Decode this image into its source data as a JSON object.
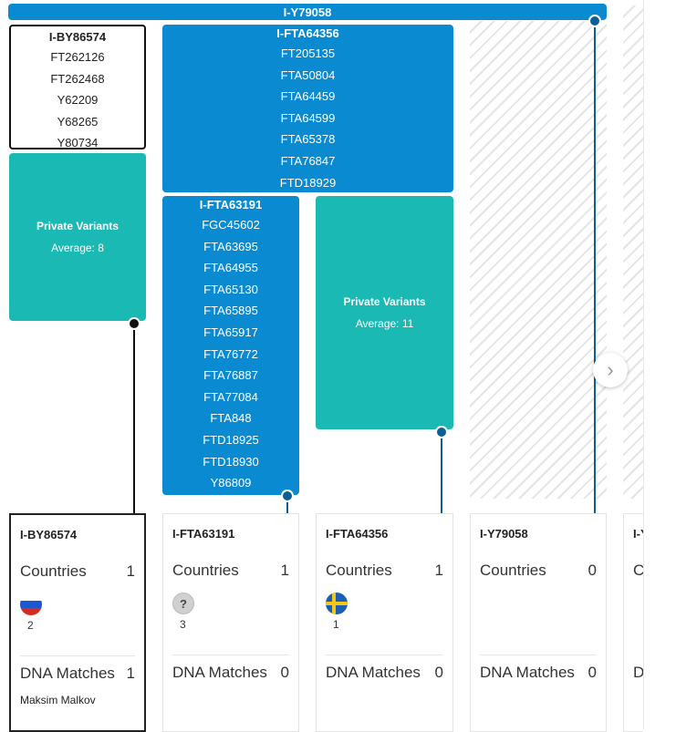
{
  "top_bar": {
    "label": "I-Y79058"
  },
  "left_branch": {
    "header": "I-BY86574",
    "variants": [
      "FT262126",
      "FT262468",
      "Y62209",
      "Y68265",
      "Y80734"
    ]
  },
  "left_private": {
    "title": "Private Variants",
    "average": "Average: 8"
  },
  "mid_branch": {
    "header": "I-FTA64356",
    "variants": [
      "FT205135",
      "FTA50804",
      "FTA64459",
      "FTA64599",
      "FTA65378",
      "FTA76847",
      "FTD18929"
    ]
  },
  "sub_branch": {
    "header": "I-FTA63191",
    "variants": [
      "FGC45602",
      "FTA63695",
      "FTA64955",
      "FTA65130",
      "FTA65895",
      "FTA65917",
      "FTA76772",
      "FTA76887",
      "FTA77084",
      "FTA848",
      "FTD18925",
      "FTD18930",
      "Y86809"
    ]
  },
  "right_private": {
    "title": "Private Variants",
    "average": "Average: 11"
  },
  "nav": {
    "next_icon": "chevron-right-icon",
    "glyph": "›"
  },
  "cards": [
    {
      "title": "I-BY86574",
      "countries_label": "Countries",
      "countries_count": "1",
      "flag": "russia-flag-icon",
      "flag_count": "2",
      "matches_label": "DNA Matches",
      "matches_count": "1",
      "member": "Maksim Malkov"
    },
    {
      "title": "I-FTA63191",
      "countries_label": "Countries",
      "countries_count": "1",
      "flag": "unknown-flag-icon",
      "flag_glyph": "?",
      "flag_count": "3",
      "matches_label": "DNA Matches",
      "matches_count": "0"
    },
    {
      "title": "I-FTA64356",
      "countries_label": "Countries",
      "countries_count": "1",
      "flag": "sweden-flag-icon",
      "flag_count": "1",
      "matches_label": "DNA Matches",
      "matches_count": "0"
    },
    {
      "title": "I-Y79058",
      "countries_label": "Countries",
      "countries_count": "0",
      "matches_label": "DNA Matches",
      "matches_count": "0"
    },
    {
      "title": "I-Y",
      "countries_label": "C",
      "matches_label": "D"
    }
  ],
  "colors": {
    "branch": "#0a8bd1",
    "private": "#1bb9b3",
    "line": "#0c5f94",
    "selected": "#111111"
  }
}
